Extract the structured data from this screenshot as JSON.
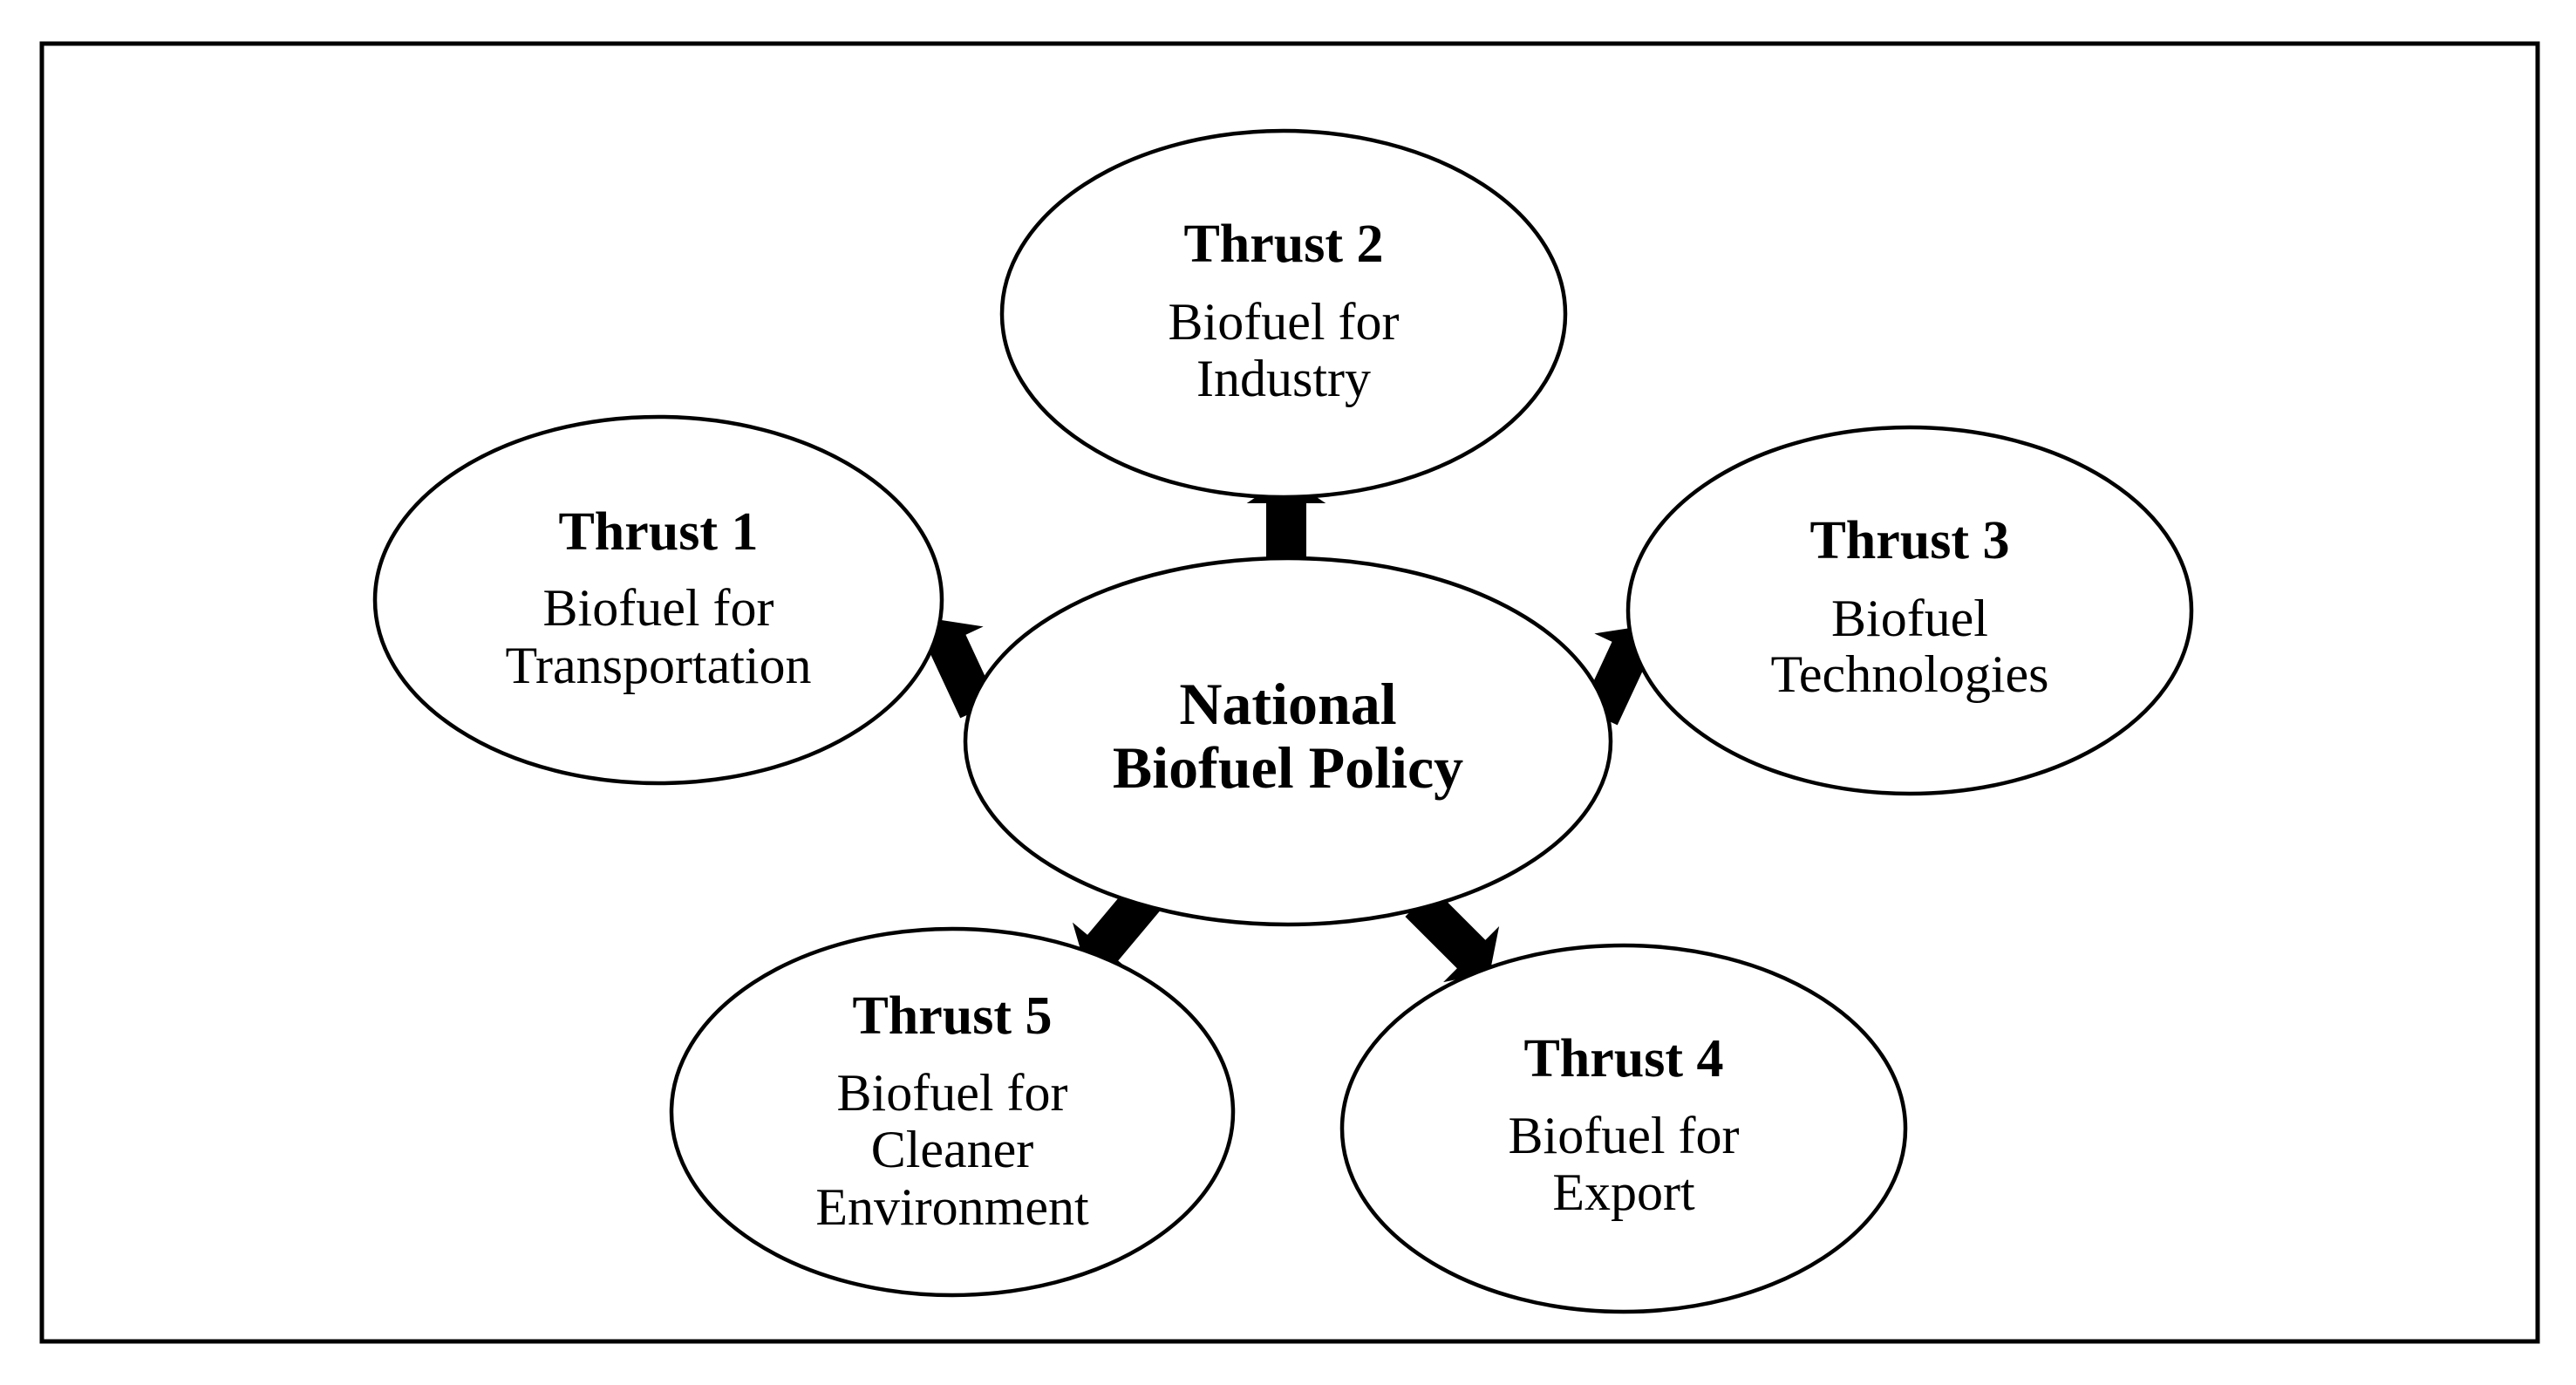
{
  "center": {
    "lines": [
      "National",
      "Biofuel Policy"
    ]
  },
  "thrusts": [
    {
      "id": "thrust-1",
      "title": "Thrust 1",
      "lines": [
        "Biofuel for",
        "Transportation"
      ]
    },
    {
      "id": "thrust-2",
      "title": "Thrust 2",
      "lines": [
        "Biofuel for",
        "Industry"
      ]
    },
    {
      "id": "thrust-3",
      "title": "Thrust 3",
      "lines": [
        "Biofuel",
        "Technologies"
      ]
    },
    {
      "id": "thrust-4",
      "title": "Thrust 4",
      "lines": [
        "Biofuel for",
        "Export"
      ]
    },
    {
      "id": "thrust-5",
      "title": "Thrust 5",
      "lines": [
        "Biofuel for",
        "Cleaner",
        "Environment"
      ]
    }
  ]
}
